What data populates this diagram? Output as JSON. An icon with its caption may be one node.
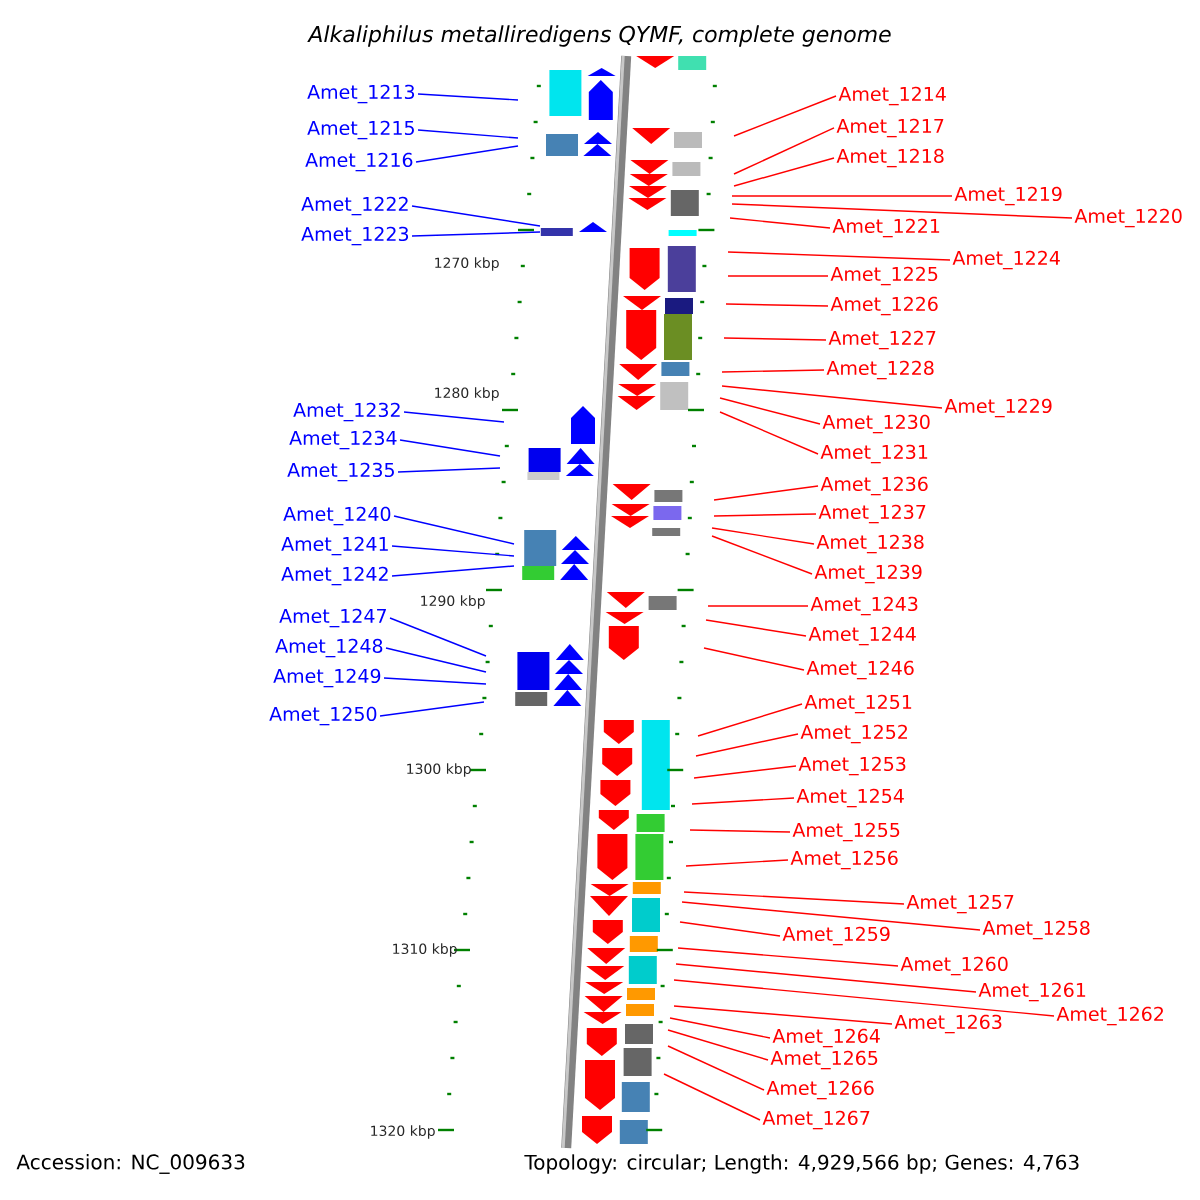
{
  "diagram": {
    "title": "Alkaliphilus metalliredigens QYMF, complete genome",
    "nodes": [
      {
        "text": [
          "Amet_1213"
        ]
      },
      {
        "text": [
          "Amet_1215"
        ]
      },
      {
        "text": [
          "Amet_1216"
        ]
      },
      {
        "text": [
          "Amet_1222"
        ]
      },
      {
        "text": [
          "Amet_1223"
        ]
      },
      {
        "text": [
          "Amet_1232"
        ]
      },
      {
        "text": [
          "Amet_1234"
        ]
      },
      {
        "text": [
          "Amet_1235"
        ]
      },
      {
        "text": [
          "Amet_1240"
        ]
      },
      {
        "text": [
          "Amet_1241"
        ]
      },
      {
        "text": [
          "Amet_1242"
        ]
      },
      {
        "text": [
          "Amet_1247"
        ]
      },
      {
        "text": [
          "Amet_1248"
        ]
      },
      {
        "text": [
          "Amet_1249"
        ]
      },
      {
        "text": [
          "Amet_1250"
        ]
      },
      {
        "text": [
          "Amet_1214"
        ]
      },
      {
        "text": [
          "Amet_1217"
        ]
      },
      {
        "text": [
          "Amet_1218"
        ]
      },
      {
        "text": [
          "Amet_1219"
        ]
      },
      {
        "text": [
          "Amet_1220"
        ]
      },
      {
        "text": [
          "Amet_1221"
        ]
      },
      {
        "text": [
          "Amet_1224"
        ]
      },
      {
        "text": [
          "Amet_1225"
        ]
      },
      {
        "text": [
          "Amet_1226"
        ]
      },
      {
        "text": [
          "Amet_1227"
        ]
      },
      {
        "text": [
          "Amet_1228"
        ]
      },
      {
        "text": [
          "Amet_1229"
        ]
      },
      {
        "text": [
          "Amet_1230"
        ]
      },
      {
        "text": [
          "Amet_1231"
        ]
      },
      {
        "text": [
          "Amet_1236"
        ]
      },
      {
        "text": [
          "Amet_1237"
        ]
      },
      {
        "text": [
          "Amet_1238"
        ]
      },
      {
        "text": [
          "Amet_1239"
        ]
      },
      {
        "text": [
          "Amet_1243"
        ]
      },
      {
        "text": [
          "Amet_1244"
        ]
      },
      {
        "text": [
          "Amet_1246"
        ]
      },
      {
        "text": [
          "Amet_1251"
        ]
      },
      {
        "text": [
          "Amet_1252"
        ]
      },
      {
        "text": [
          "Amet_1253"
        ]
      },
      {
        "text": [
          "Amet_1254"
        ]
      },
      {
        "text": [
          "Amet_1255"
        ]
      },
      {
        "text": [
          "Amet_1256"
        ]
      },
      {
        "text": [
          "Amet_1257"
        ]
      },
      {
        "text": [
          "Amet_1258"
        ]
      },
      {
        "text": [
          "Amet_1259"
        ]
      },
      {
        "text": [
          "Amet_1260"
        ]
      },
      {
        "text": [
          "Amet_1261"
        ]
      },
      {
        "text": [
          "Amet_1262"
        ]
      },
      {
        "text": [
          "Amet_1263"
        ]
      },
      {
        "text": [
          "Amet_1264"
        ]
      },
      {
        "text": [
          "Amet_1265"
        ]
      },
      {
        "text": [
          "Amet_1266"
        ]
      },
      {
        "text": [
          "Amet_1267"
        ]
      }
    ],
    "edges": [
      {
        "from": 0,
        "to": null,
        "arrow": "none",
        "color": "#0000ff"
      },
      {
        "from": 1,
        "to": null,
        "arrow": "none",
        "color": "#0000ff"
      },
      {
        "from": 2,
        "to": null,
        "arrow": "none",
        "color": "#0000ff"
      },
      {
        "from": 3,
        "to": null,
        "arrow": "none",
        "color": "#0000ff"
      },
      {
        "from": 4,
        "to": null,
        "arrow": "none",
        "color": "#0000ff"
      },
      {
        "from": 5,
        "to": null,
        "arrow": "none",
        "color": "#0000ff"
      },
      {
        "from": 6,
        "to": null,
        "arrow": "none",
        "color": "#0000ff"
      },
      {
        "from": 7,
        "to": null,
        "arrow": "none",
        "color": "#0000ff"
      },
      {
        "from": 8,
        "to": null,
        "arrow": "none",
        "color": "#0000ff"
      },
      {
        "from": 9,
        "to": null,
        "arrow": "none",
        "color": "#0000ff"
      },
      {
        "from": 10,
        "to": null,
        "arrow": "none",
        "color": "#0000ff"
      },
      {
        "from": 11,
        "to": null,
        "arrow": "none",
        "color": "#0000ff"
      },
      {
        "from": 12,
        "to": null,
        "arrow": "none",
        "color": "#0000ff"
      },
      {
        "from": 13,
        "to": null,
        "arrow": "none",
        "color": "#0000ff"
      },
      {
        "from": 14,
        "to": null,
        "arrow": "none",
        "color": "#0000ff"
      },
      {
        "from": 15,
        "to": null,
        "arrow": "none"
      },
      {
        "from": 16,
        "to": null,
        "arrow": "none"
      },
      {
        "from": 17,
        "to": null,
        "arrow": "none"
      },
      {
        "from": 18,
        "to": null,
        "arrow": "none"
      },
      {
        "from": 19,
        "to": null,
        "arrow": "none"
      },
      {
        "from": 20,
        "to": null,
        "arrow": "none"
      },
      {
        "from": 21,
        "to": null,
        "arrow": "none"
      },
      {
        "from": 22,
        "to": null,
        "arrow": "none"
      },
      {
        "from": 23,
        "to": null,
        "arrow": "none"
      },
      {
        "from": 24,
        "to": null,
        "arrow": "none"
      },
      {
        "from": 25,
        "to": null,
        "arrow": "none"
      },
      {
        "from": 26,
        "to": null,
        "arrow": "none"
      },
      {
        "from": 27,
        "to": null,
        "arrow": "none"
      },
      {
        "from": 28,
        "to": null,
        "arrow": "none"
      },
      {
        "from": 29,
        "to": null,
        "arrow": "none"
      },
      {
        "from": 30,
        "to": null,
        "arrow": "none"
      },
      {
        "from": 31,
        "to": null,
        "arrow": "none"
      },
      {
        "from": 32,
        "to": null,
        "arrow": "none"
      },
      {
        "from": 33,
        "to": null,
        "arrow": "none"
      },
      {
        "from": 34,
        "to": null,
        "arrow": "none"
      },
      {
        "from": 35,
        "to": null,
        "arrow": "none"
      },
      {
        "from": 36,
        "to": null,
        "arrow": "none"
      },
      {
        "from": 37,
        "to": null,
        "arrow": "none"
      },
      {
        "from": 38,
        "to": null,
        "arrow": "none"
      },
      {
        "from": 39,
        "to": null,
        "arrow": "none"
      },
      {
        "from": 40,
        "to": null,
        "arrow": "none"
      },
      {
        "from": 41,
        "to": null,
        "arrow": "none"
      },
      {
        "from": 42,
        "to": null,
        "arrow": "none"
      },
      {
        "from": 43,
        "to": null,
        "arrow": "none"
      },
      {
        "from": 44,
        "to": null,
        "arrow": "none"
      },
      {
        "from": 45,
        "to": null,
        "arrow": "none"
      },
      {
        "from": 46,
        "to": null,
        "arrow": "none"
      },
      {
        "from": 47,
        "to": null,
        "arrow": "none"
      },
      {
        "from": 48,
        "to": null,
        "arrow": "none"
      },
      {
        "from": 49,
        "to": null,
        "arrow": "none"
      },
      {
        "from": 50,
        "to": null,
        "arrow": "none"
      },
      {
        "from": 51,
        "to": null,
        "arrow": "none"
      },
      {
        "from": 52,
        "to": null,
        "arrow": "none"
      }
    ],
    "labels": [
      "1270 kbp",
      "1280 kbp",
      "1290 kbp",
      "1300 kbp",
      "1310 kbp",
      "1320 kbp",
      "Accession: NC_009633",
      "Topology: circular; Length: 4,929,566 bp; Genes: 4,763"
    ]
  }
}
